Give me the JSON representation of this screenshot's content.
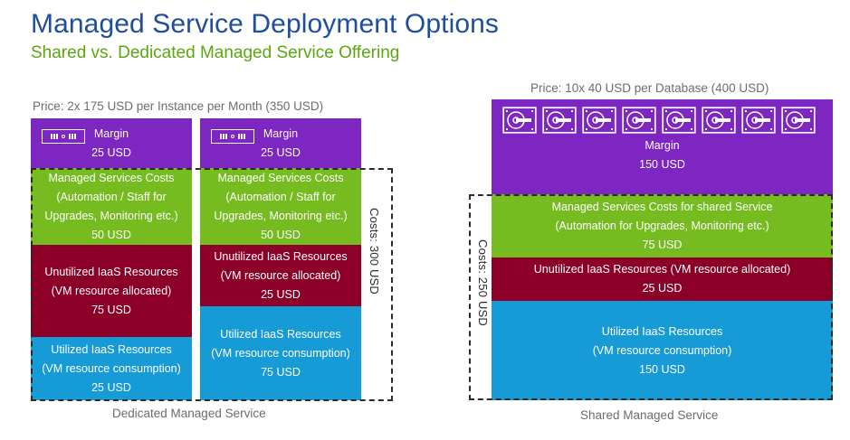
{
  "header": {
    "title": "Managed Service Deployment Options",
    "subtitle": "Shared vs. Dedicated Managed Service Offering"
  },
  "colors": {
    "title": "#1f4e9c",
    "subtitle": "#5aa80f",
    "margin": "#7d26c1",
    "managed_services": "#76bc21",
    "unutilized": "#8c0028",
    "utilized": "#169bd7",
    "caption": "#6d6d6d",
    "dashed": "#2b2b2b"
  },
  "dedicated": {
    "price_label": "Price: 2x 175 USD per Instance per Month (350 USD)",
    "caption": "Dedicated Managed Service",
    "cost_label": "Costs: 300 USD",
    "icon": "server-icon",
    "column_a": [
      {
        "name": "margin",
        "title": "Margin",
        "detail": "",
        "amount": "25 USD",
        "color": "#7d26c1"
      },
      {
        "name": "managed-services-costs",
        "title": "Managed Services Costs",
        "detail_line_1": "(Automation / Staff for",
        "detail_line_2": "Upgrades, Monitoring etc.)",
        "amount": "50 USD",
        "color": "#76bc21"
      },
      {
        "name": "unutilized-iaas-resources",
        "title": "Unutilized IaaS Resources",
        "detail": "(VM resource allocated)",
        "amount": "75 USD",
        "color": "#8c0028"
      },
      {
        "name": "utilized-iaas-resources",
        "title": "Utilized IaaS Resources",
        "detail": "(VM resource consumption)",
        "amount": "25 USD",
        "color": "#169bd7"
      }
    ],
    "column_b": [
      {
        "name": "margin",
        "title": "Margin",
        "detail": "",
        "amount": "25 USD",
        "color": "#7d26c1"
      },
      {
        "name": "managed-services-costs",
        "title": "Managed Services Costs",
        "detail_line_1": "(Automation / Staff for",
        "detail_line_2": "Upgrades, Monitoring etc.)",
        "amount": "50 USD",
        "color": "#76bc21"
      },
      {
        "name": "unutilized-iaas-resources",
        "title": "Unutilized IaaS Resources",
        "detail": "(VM resource allocated)",
        "amount": "25 USD",
        "color": "#8c0028"
      },
      {
        "name": "utilized-iaas-resources",
        "title": "Utilized IaaS Resources",
        "detail": "(VM resource consumption)",
        "amount": "75 USD",
        "color": "#169bd7"
      }
    ]
  },
  "shared": {
    "price_label": "Price: 10x 40 USD per Database (400 USD)",
    "caption": "Shared Managed Service",
    "cost_label": "Costs: 250 USD",
    "icon": "database-icon",
    "icon_count": 8,
    "blocks": [
      {
        "name": "margin",
        "title": "Margin",
        "detail": "",
        "amount": "150 USD",
        "color": "#7d26c1"
      },
      {
        "name": "managed-services-costs",
        "title": "Managed Services Costs for shared Service",
        "detail": "(Automation for Upgrades, Monitoring etc.)",
        "amount": "75 USD",
        "color": "#76bc21"
      },
      {
        "name": "unutilized-iaas-resources",
        "title": "Unutilized IaaS Resources (VM resource allocated)",
        "detail": "",
        "amount": "25 USD",
        "color": "#8c0028"
      },
      {
        "name": "utilized-iaas-resources",
        "title": "Utilized IaaS Resources",
        "detail": "(VM resource consumption)",
        "amount": "150 USD",
        "color": "#169bd7"
      }
    ]
  }
}
